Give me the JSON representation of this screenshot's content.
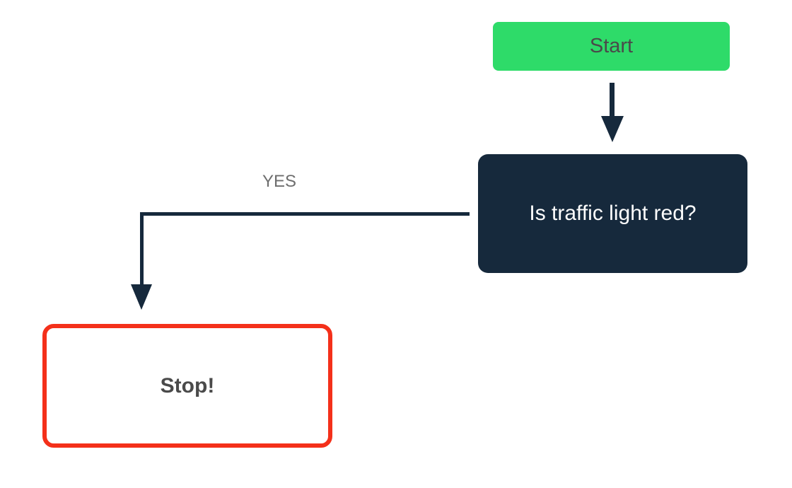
{
  "app": {
    "background_color": "#ffffff"
  },
  "diagram": {
    "type": "flowchart",
    "nodes": [
      {
        "id": "start",
        "shape": "rounded-rectangle",
        "label": "Start",
        "fill": "#2edb69",
        "text_color": "#4a4a4a"
      },
      {
        "id": "decision",
        "shape": "rounded-rectangle",
        "label": "Is traffic light red?",
        "fill": "#16293c",
        "text_color": "#ffffff"
      },
      {
        "id": "stop",
        "shape": "rounded-rectangle-outlined",
        "label": "Stop!",
        "fill": "#ffffff",
        "border_color": "#f4301a",
        "text_color": "#4a4a4a"
      }
    ],
    "edges": [
      {
        "id": "start-to-decision",
        "from": "start",
        "to": "decision",
        "label": "",
        "color": "#16293c",
        "direction": "down"
      },
      {
        "id": "decision-to-stop",
        "from": "decision",
        "to": "stop",
        "label": "YES",
        "color": "#16293c",
        "label_color": "#6e6e6e",
        "direction": "left-then-down"
      }
    ]
  }
}
